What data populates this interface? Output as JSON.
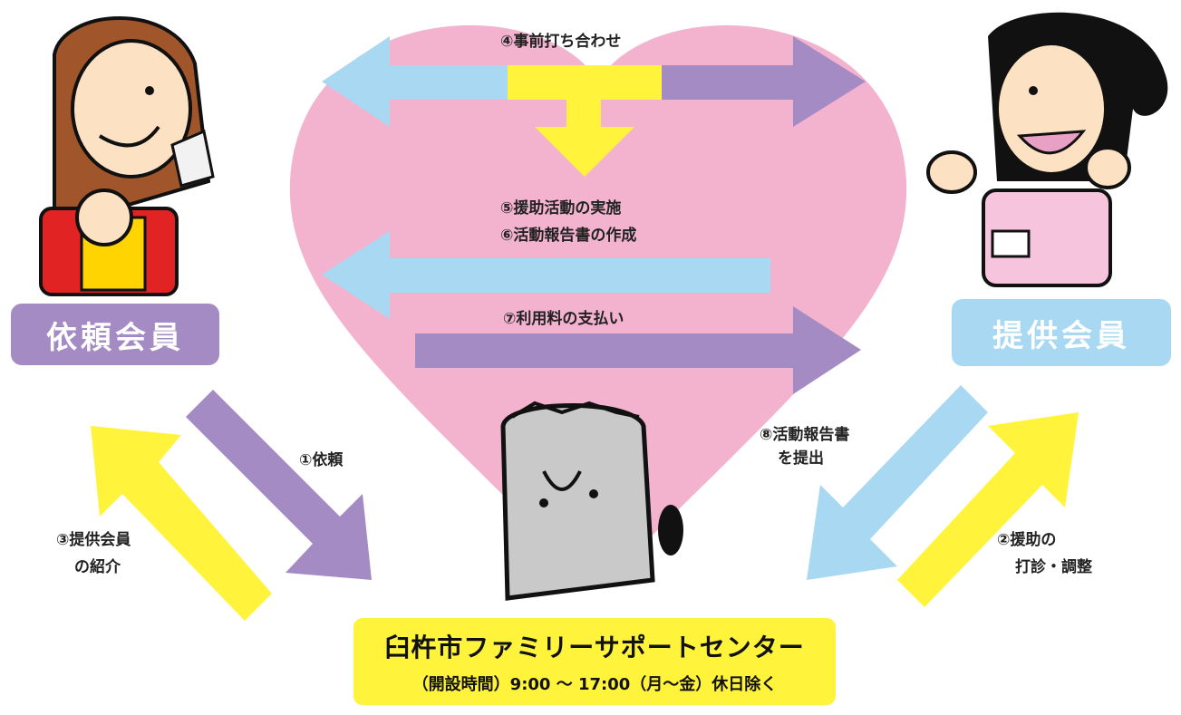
{
  "title": "",
  "nodes": {
    "requester": "依頼会員",
    "provider": "提供会員",
    "center_title": "臼杵市ファミリーサポートセンター",
    "center_hours": "（開設時間）9:00 ～ 17:00（月～金）休日除く"
  },
  "steps": {
    "s1": "①依頼",
    "s2_line1": "②援助の",
    "s2_line2": "打診・調整",
    "s3_line1": "③提供会員",
    "s3_line2": "の紹介",
    "s4": "④事前打ち合わせ",
    "s5": "⑤援助活動の実施",
    "s6": "⑥活動報告書の作成",
    "s7": "⑦利用料の支払い",
    "s8_line1": "⑧活動報告書",
    "s8_line2": "を提出"
  },
  "colors": {
    "heart": "#f3b3cf",
    "purple": "#a48bc3",
    "blue": "#a9d8f2",
    "yellow": "#fff33b"
  }
}
